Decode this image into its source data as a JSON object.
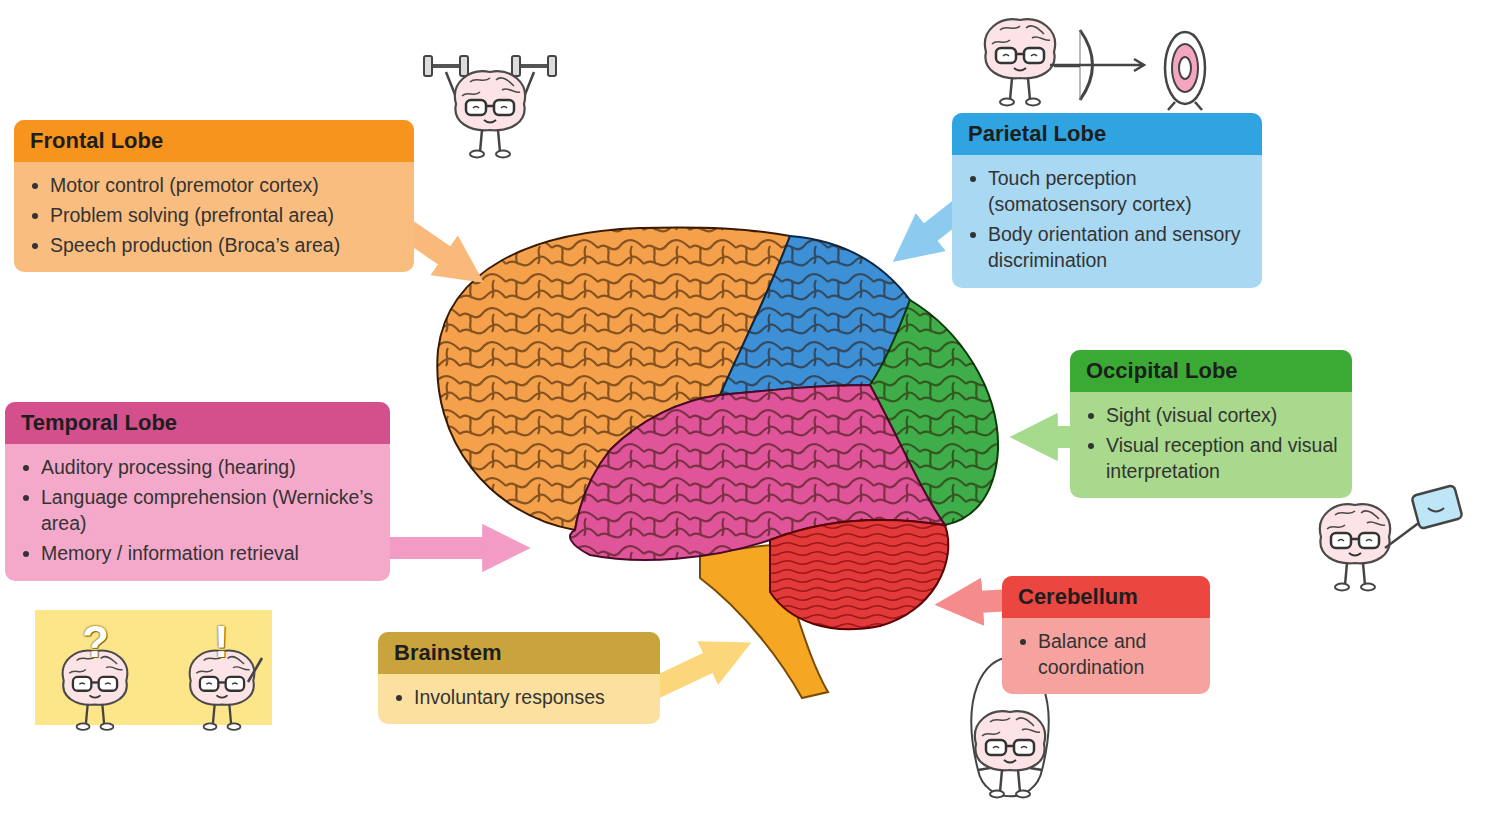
{
  "diagram": {
    "nodes": [
      {
        "text": [
          "Frontal Lobe",
          "Motor control (premotor cortex)",
          "Problem solving (prefrontal area)",
          "Speech production (Broca’s area)"
        ]
      },
      {
        "text": [
          "Parietal Lobe",
          "Touch perception (somatosensory cortex)",
          "Body orientation and sensory discrimination"
        ]
      },
      {
        "text": [
          "Occipital Lobe",
          "Sight (visual cortex)",
          "Visual reception and visual interpretation"
        ]
      },
      {
        "text": [
          "Temporal Lobe",
          "Auditory processing (hearing)",
          "Language comprehension (Wernicke’s area)",
          "Memory / information retrieval"
        ]
      },
      {
        "text": [
          "Cerebellum",
          "Balance and coordination"
        ]
      },
      {
        "text": [
          "Brainstem",
          "Involuntary responses"
        ]
      }
    ],
    "labels": [
      "?",
      "!"
    ]
  }
}
